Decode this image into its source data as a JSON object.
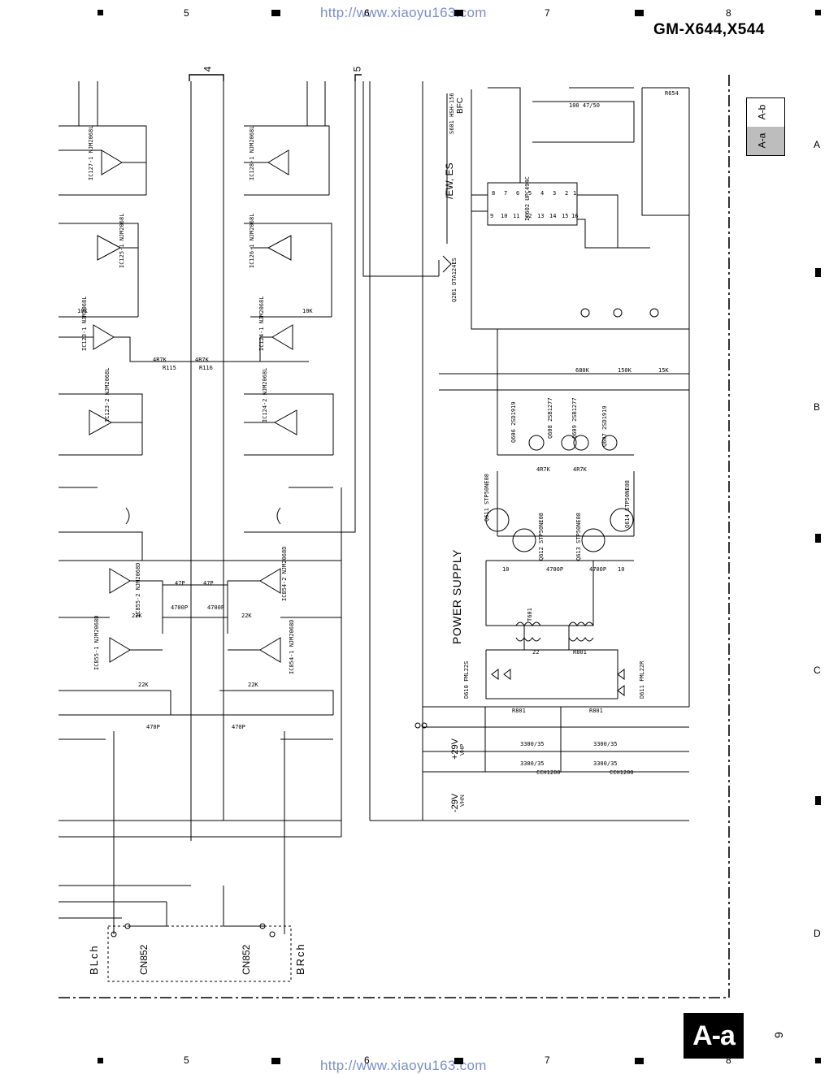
{
  "header": {
    "column_numbers": [
      "5",
      "6",
      "7",
      "8"
    ],
    "url": "http://www.xiaoyu163.com",
    "model": "GM-X644,X544"
  },
  "footer": {
    "column_numbers": [
      "5",
      "6",
      "7",
      "8"
    ],
    "url": "http://www.xiaoyu163.com"
  },
  "row_letters": [
    "A",
    "B",
    "C",
    "D"
  ],
  "tab": {
    "upper": "A-b",
    "lower": "A-a"
  },
  "sheet_badge": "A-a",
  "page_number": "9",
  "block_labels": [
    "4",
    "5"
  ],
  "schematic": {
    "section_title": "POWER SUPPLY",
    "rail_positive": "+29V",
    "rail_positive_sub": "VHP",
    "rail_negative": "-29V",
    "rail_negative_sub": "VHN",
    "signal_label": "/EW, ES",
    "connectors": [
      "CN852",
      "CN852"
    ],
    "channels": [
      "BLch",
      "BRch"
    ],
    "parts": {
      "ic_top_left": "IC127-1 NJM2068L",
      "ic_top_right": "IC128-1 NJM2068L",
      "ic_mid_left": "IC125-1 NJM2068L",
      "ic_mid_right": "IC126-1 NJM2068L",
      "ic_b_left": "IC123-1 NJM2068L",
      "ic_b_right": "IC124-1 NJM2068L",
      "ic_c_left": "IC123-2 NJM2068L",
      "ic_c_right": "IC124-2 NJM2068L",
      "ic_d_left": "IC855-2 NJM2068D",
      "ic_d_right": "IC854-2 NJM2068D",
      "ic_e_left": "IC855-1 NJM2068D",
      "ic_e_right": "IC854-1 NJM2068D",
      "ic_control": "IC602 UPC494C",
      "transistor_q201": "Q201 DTA124ES",
      "q606": "Q606 2SD1919",
      "q608": "Q608 2SB1277",
      "q609": "Q609 2SB1277",
      "q607": "Q607 2SD1919",
      "q611": "Q611 STP50NE08",
      "q612": "Q612 STP50NE08",
      "q613": "Q613 STP50NE08",
      "q614": "Q614 STP50NE08",
      "d610": "D610 FML22S",
      "d611": "D611 FML22R",
      "s601": "S601 HSH-156",
      "bfc": "BFC",
      "t601": "T601"
    }
  }
}
